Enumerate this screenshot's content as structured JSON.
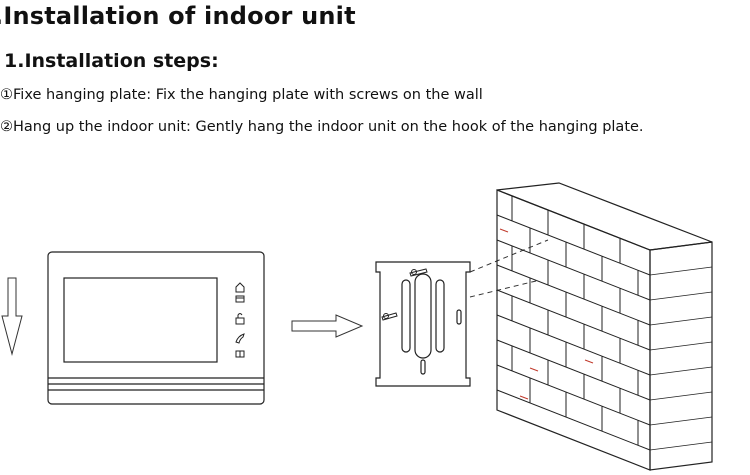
{
  "document": {
    "title": ".Installation of indoor unit",
    "subtitle": "1.Installation steps:",
    "steps": [
      "①Fixe hanging plate: Fix the hanging plate with screws on the wall",
      "②Hang up the indoor unit: Gently hang the indoor unit on the hook of the hanging plate."
    ]
  },
  "figure": {
    "monitor_icons": [
      "home-icon",
      "message-icon",
      "unlock-icon",
      "phone-icon",
      "monitor-icon"
    ],
    "colors": {
      "line": "#222222",
      "accent": "#c0392b"
    }
  }
}
